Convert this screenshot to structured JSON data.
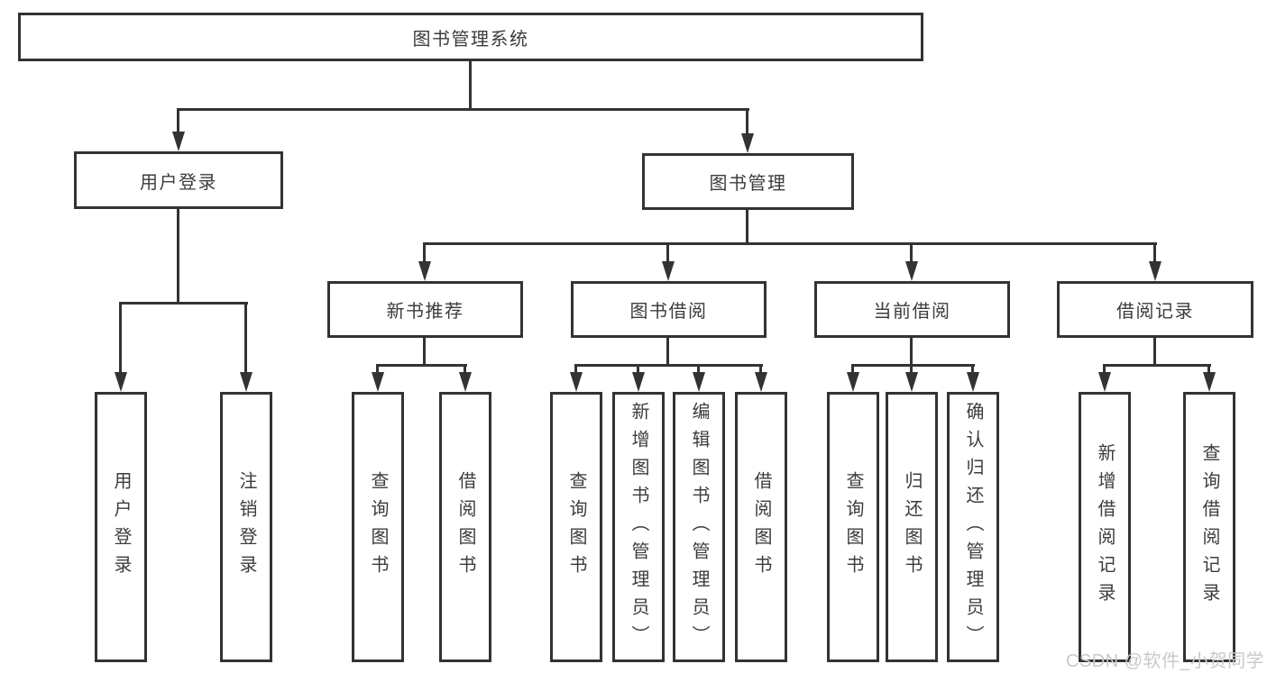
{
  "diagram": {
    "root": "图书管理系统",
    "level2": {
      "user_login": "用户登录",
      "book_management": "图书管理"
    },
    "level3": {
      "new_book_recommend": "新书推荐",
      "book_borrowing": "图书借阅",
      "current_borrowing": "当前借阅",
      "borrowing_records": "借阅记录"
    },
    "leaves": {
      "user_login": "用户登录",
      "logout": "注销登录",
      "nb_query_books": "查询图书",
      "nb_borrow_books": "借阅图书",
      "bb_query_books": "查询图书",
      "bb_add_books_admin": "新增图书（管理员）",
      "bb_edit_books_admin": "编辑图书（管理员）",
      "bb_borrow_books": "借阅图书",
      "cb_query_books": "查询图书",
      "cb_return_books": "归还图书",
      "cb_confirm_return_admin": "确认归还（管理员）",
      "br_add_record": "新增借阅记录",
      "br_query_record": "查询借阅记录"
    }
  },
  "watermark": {
    "text": "CSDN @软件_小贺同学"
  },
  "colors": {
    "line": "#333333",
    "text": "#3c3c3c",
    "watermark": "#c9c9c9",
    "background": "#ffffff"
  }
}
